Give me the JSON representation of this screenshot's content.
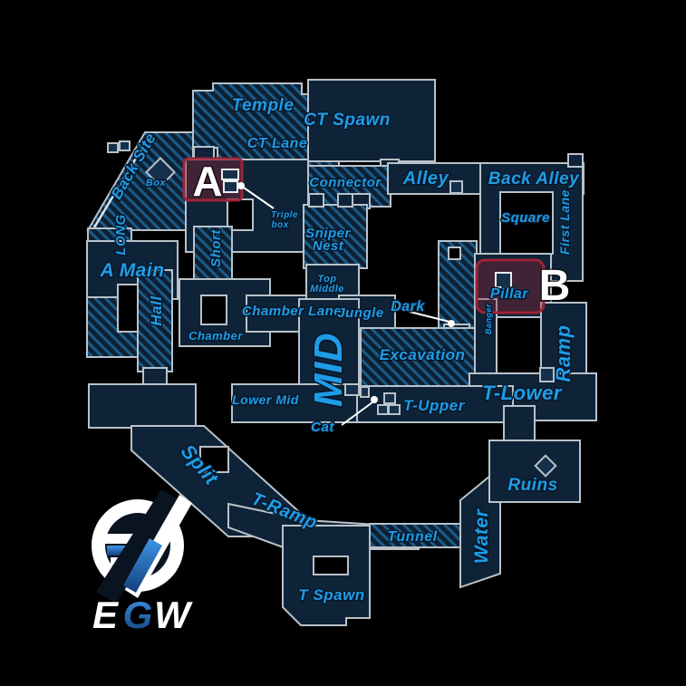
{
  "map": {
    "sites": {
      "a": "A",
      "b": "B"
    },
    "callouts": {
      "temple": "Temple",
      "ct_spawn": "CT Spawn",
      "ct_lane": "CT Lane",
      "connector": "Connector",
      "alley": "Alley",
      "back_alley": "Back Alley",
      "square": "Square",
      "first_lane": "First Lane",
      "back_site": "Back Site",
      "box": "Box",
      "triple_box_line1": "Triple",
      "triple_box_line2": "box",
      "sniper_nest_line1": "Sniper",
      "sniper_nest_line2": "Nest",
      "long": "LONG",
      "a_main": "A Main",
      "hall": "Hall",
      "short": "Short",
      "chamber": "Chamber",
      "chamber_lane": "Chamber Lane",
      "top_middle_line1": "Top",
      "top_middle_line2": "Middle",
      "jungle": "Jungle",
      "dark": "Dark",
      "pillar": "Pillar",
      "banger": "Banger",
      "excavation": "Excavation",
      "mid": "MID",
      "lower_mid": "Lower Mid",
      "t_upper": "T-Upper",
      "t_lower": "T-Lower",
      "ramp": "Ramp",
      "cat": "Cat",
      "split": "Split",
      "t_ramp": "T-Ramp",
      "ruins": "Ruins",
      "water": "Water",
      "tunnel": "Tunnel",
      "t_spawn": "T Spawn"
    },
    "colors": {
      "background": "#000000",
      "floor": "#0e2337",
      "hatch_stripe": "#1b5b88",
      "outline": "#b9c2c9",
      "label_blue": "#1f9ce6",
      "site_border": "#9e2436",
      "marker_white": "#ffffff"
    }
  },
  "branding": {
    "logo_letters": {
      "e": "E",
      "g": "G",
      "w": "W"
    }
  }
}
